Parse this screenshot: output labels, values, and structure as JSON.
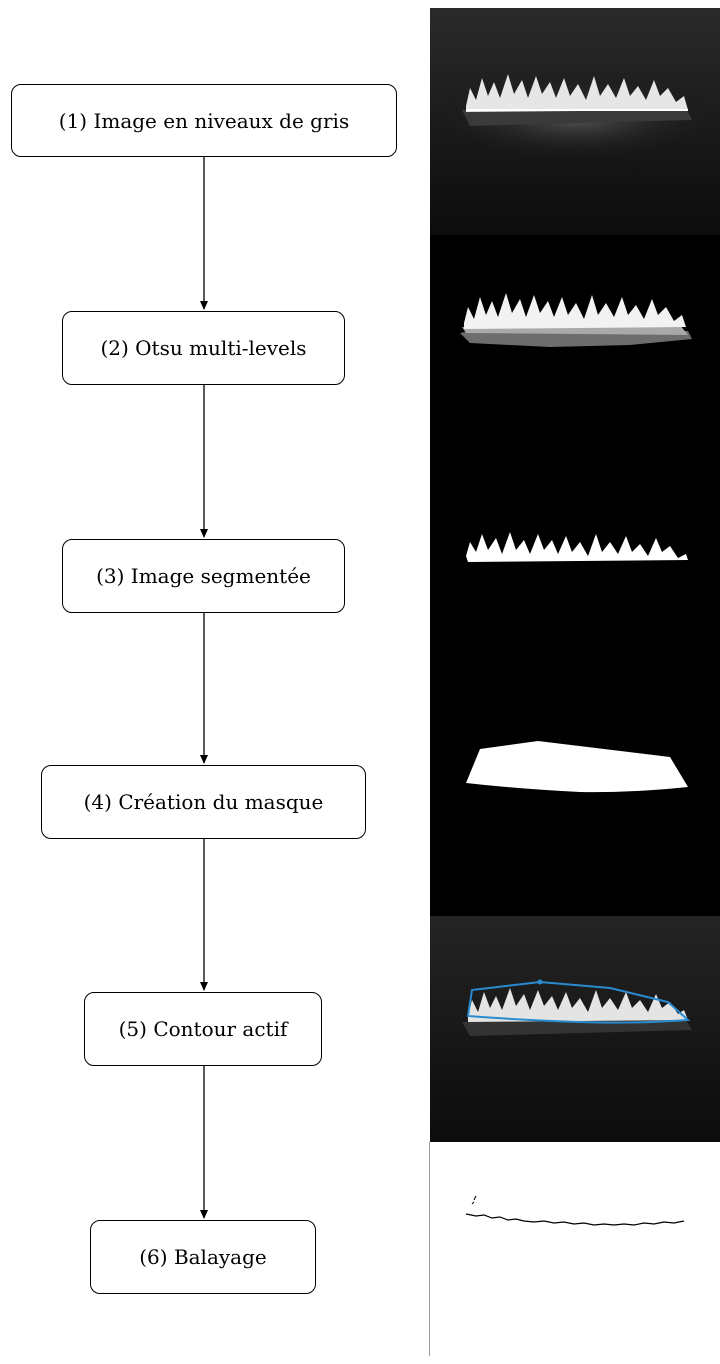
{
  "steps": [
    {
      "label": "(1) Image en niveaux de gris"
    },
    {
      "label": "(2) Otsu multi-levels"
    },
    {
      "label": "(3) Image segmentée"
    },
    {
      "label": "(4) Création du masque"
    },
    {
      "label": "(5) Contour actif"
    },
    {
      "label": "(6) Balayage"
    }
  ],
  "colors": {
    "box_border": "#000000",
    "arrow": "#000000",
    "panel_background": "#000000",
    "flame": "#ffffff",
    "contour": "#2a8ad0",
    "sweep_line": "#000000"
  },
  "icons": {
    "connector": "arrow-down-icon"
  }
}
